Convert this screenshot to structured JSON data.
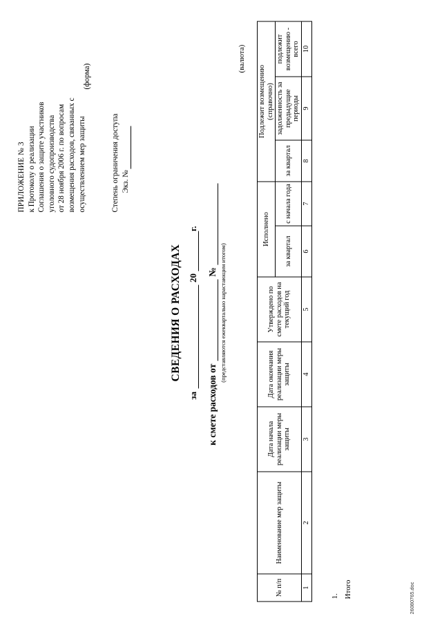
{
  "document": {
    "appendix": {
      "title": "ПРИЛОЖЕНИЕ № 3",
      "lines": [
        "к Протоколу о реализации",
        "Соглашения о защите участников",
        "уголовного судопроизводства",
        "от 28 ноября 2006 г. по вопросам",
        "возмещения расходов, связанных с",
        "осуществлением мер защиты"
      ],
      "forma_note": "(форма)"
    },
    "access": {
      "restriction_label": "Степень ограничения доступа",
      "copy_label": "Экз. №",
      "copy_value": ""
    },
    "title": "СВЕДЕНИЯ О РАСХОДАХ",
    "period": {
      "za_label": "за",
      "za_value": "",
      "year_prefix": "20",
      "year_suffix": "г."
    },
    "estimate": {
      "label": "к смете расходов от",
      "date_value": "",
      "number_label": "№",
      "number_value": ""
    },
    "subnote": "(представляются ежеквартально нарастающим итогом)",
    "currency_note": "(валюта)",
    "file_code": "26080765.doc"
  },
  "table": {
    "group_headers": {
      "ispolneno": "Исполнено",
      "podlezhit": "Подлежит возмещению",
      "podlezhit_sub": "(справочно)"
    },
    "columns": [
      {
        "num": "1",
        "label": "№\nп/п"
      },
      {
        "num": "2",
        "label": "Наименование мер\nзащиты"
      },
      {
        "num": "3",
        "label": "Дата начала\nреализации\nмеры\nзащиты"
      },
      {
        "num": "4",
        "label": "Дата\nокончания\nреализации\nмеры\nзащиты"
      },
      {
        "num": "5",
        "label": "Утверждено\nпо смете\nрасходов на\nтекущий год"
      },
      {
        "num": "6",
        "label": "за квартал"
      },
      {
        "num": "7",
        "label": "с начала\nгода"
      },
      {
        "num": "8",
        "label": "за\nквартал"
      },
      {
        "num": "9",
        "label": "задолженность\nза предыдущие\nпериоды"
      },
      {
        "num": "10",
        "label": "подлежит\nвозмещению -\nвсего"
      }
    ],
    "col_labels": {
      "c1": "№ п/п",
      "c2": "Наименование мер защиты",
      "c3": "Дата начала реализации меры защиты",
      "c4": "Дата окончания реализации меры защиты",
      "c5": "Утверждено по смете расходов на текущий год",
      "c6": "за квартал",
      "c7": "с начала года",
      "c8": "за квартал",
      "c9": "задолженность за предыдущие периоды",
      "c10": "подлежит возмещению - всего"
    },
    "numbers": [
      "1",
      "2",
      "3",
      "4",
      "5",
      "6",
      "7",
      "8",
      "9",
      "10"
    ],
    "rows": [
      {
        "label": "1."
      },
      {
        "label": "Итого"
      }
    ]
  }
}
